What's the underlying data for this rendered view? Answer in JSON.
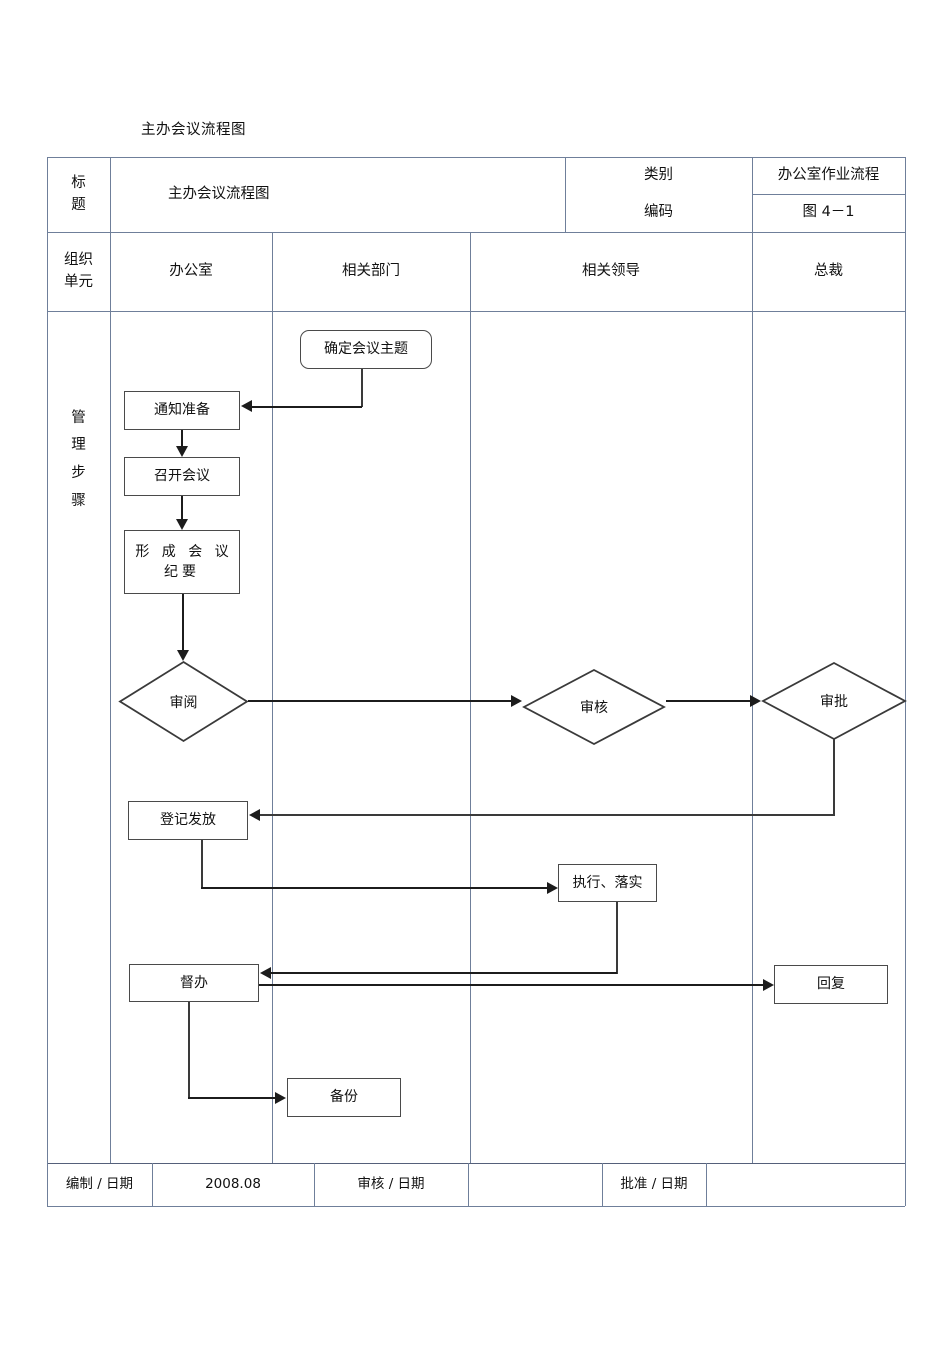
{
  "document": {
    "heading": "主办会议流程图"
  },
  "header": {
    "title_label": "标\n题",
    "title_value": "主办会议流程图",
    "category_label": "类别",
    "category_value": "办公室作业流程",
    "code_label": "编码",
    "code_value": "图 4－1"
  },
  "columns": {
    "unit_label": "组织\n单元",
    "lanes": [
      {
        "label": "办公室"
      },
      {
        "label": "相关部门"
      },
      {
        "label": "相关领导"
      },
      {
        "label": "总裁"
      }
    ]
  },
  "body": {
    "steps_label": "管\n理\n步\n骤"
  },
  "footer": {
    "prepared_label": "编制 / 日期",
    "prepared_value": "2008.08",
    "reviewed_label": "审核 / 日期",
    "reviewed_value": "",
    "approved_label": "批准 / 日期",
    "approved_value": ""
  },
  "flow": {
    "nodes": [
      {
        "id": "topic",
        "label": "确定会议主题",
        "shape": "rounded-rect",
        "lane": "相关部门"
      },
      {
        "id": "notify",
        "label": "通知准备",
        "shape": "rect",
        "lane": "办公室"
      },
      {
        "id": "hold",
        "label": "召开会议",
        "shape": "rect",
        "lane": "办公室"
      },
      {
        "id": "minutes",
        "label": "形 成 会 议\n纪要",
        "shape": "rect",
        "lane": "办公室"
      },
      {
        "id": "review",
        "label": "审阅",
        "shape": "diamond",
        "lane": "办公室"
      },
      {
        "id": "check",
        "label": "审核",
        "shape": "diamond",
        "lane": "相关领导"
      },
      {
        "id": "approve",
        "label": "审批",
        "shape": "diamond",
        "lane": "总裁"
      },
      {
        "id": "register",
        "label": "登记发放",
        "shape": "rect",
        "lane": "办公室"
      },
      {
        "id": "execute",
        "label": "执行、落实",
        "shape": "rect",
        "lane": "相关领导"
      },
      {
        "id": "supervise",
        "label": "督办",
        "shape": "rect",
        "lane": "办公室"
      },
      {
        "id": "reply",
        "label": "回复",
        "shape": "rect",
        "lane": "总裁"
      },
      {
        "id": "backup",
        "label": "备份",
        "shape": "rect",
        "lane": "相关部门"
      }
    ],
    "edges": [
      {
        "from": "topic",
        "to": "notify"
      },
      {
        "from": "notify",
        "to": "hold"
      },
      {
        "from": "hold",
        "to": "minutes"
      },
      {
        "from": "minutes",
        "to": "review"
      },
      {
        "from": "review",
        "to": "check"
      },
      {
        "from": "check",
        "to": "approve"
      },
      {
        "from": "approve",
        "to": "register"
      },
      {
        "from": "register",
        "to": "execute"
      },
      {
        "from": "execute",
        "to": "supervise"
      },
      {
        "from": "supervise",
        "to": "reply"
      },
      {
        "from": "supervise",
        "to": "backup"
      }
    ]
  }
}
